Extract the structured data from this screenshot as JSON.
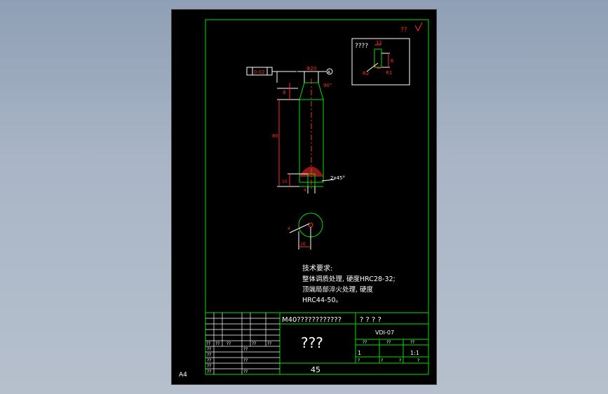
{
  "sheet": {
    "size_label": "A4",
    "roughness_note": "?? ",
    "detail_label": "????",
    "tech_requirements": {
      "title": "技术要求:",
      "line1": "整体调质处理, 硬度HRC28-32;",
      "line2": "顶端局部淬火处理, 硬度",
      "line3": "HRC44-50。"
    }
  },
  "dimensions": {
    "top_diameter": "Φ20",
    "datum": "A",
    "tolerance_flatness": "0.02",
    "length": "80",
    "chamfer": "2x45°",
    "angle": "90°",
    "dim_small_1": "8",
    "dim_small_2": "10",
    "dim_small_3": "4",
    "bottom_dim": "16",
    "detail_dim_1": "6",
    "detail_dim_2": "12",
    "detail_dim_3": "R2",
    "detail_dim_4": "R1"
  },
  "title_block": {
    "part_name": "M40????????????",
    "part_name_right": "? ? ? ?",
    "big_label": "???",
    "drawing_no": "VDI-07",
    "scale": "1:1",
    "qty": "1",
    "sheet_num": "45",
    "header_a": "??",
    "header_b": "??",
    "header_c": "??",
    "small_q": "?",
    "row_labels": [
      "??",
      "??",
      "??",
      "??",
      "??"
    ],
    "row_labels_b": [
      "??",
      "??",
      "??"
    ],
    "grid_top_left": [
      "??",
      "??",
      "??",
      "??",
      "??"
    ]
  }
}
